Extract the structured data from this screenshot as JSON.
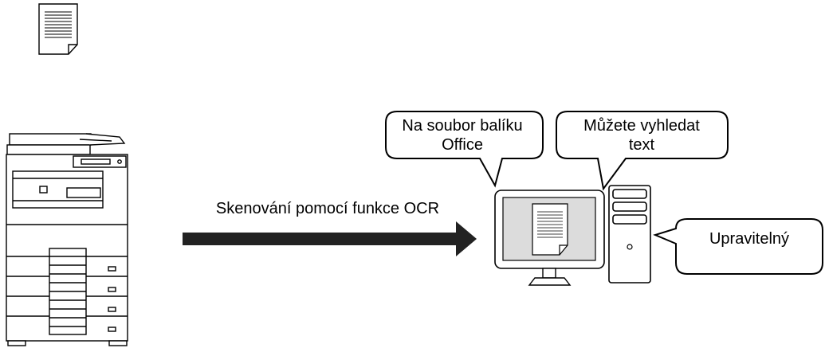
{
  "scan_label": "Skenování pomocí funkce OCR",
  "bubbles": {
    "office": [
      "Na soubor balíku",
      "Office"
    ],
    "search": [
      "Můžete vyhledat",
      "text"
    ],
    "edit": "Upravitelný"
  },
  "icons": {
    "original": "document-icon",
    "device": "multifunction-printer-icon",
    "flow": "right-arrow-icon",
    "monitor": "monitor-icon",
    "tower": "pc-tower-icon",
    "on_screen": "document-icon"
  },
  "colors": {
    "line": "#000000",
    "background": "#ffffff",
    "screen": "#dcdcdc"
  }
}
